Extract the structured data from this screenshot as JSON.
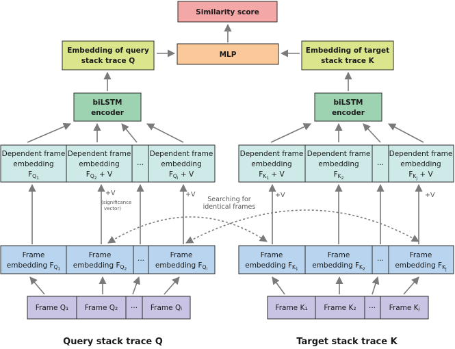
{
  "colors": {
    "similarity_fill": "#f4a7a7",
    "mlp_fill": "#fbc999",
    "embedding_fill": "#dbe58c",
    "encoder_fill": "#9dd3b0",
    "dependent_fill": "#cdeae8",
    "frame_embedding_fill": "#b9d4ee",
    "frame_fill": "#c9c3e4",
    "stroke": "#2b2b2b",
    "arrow": "#7a7a7a"
  },
  "top": {
    "similarity": "Similarity score",
    "mlp": "MLP"
  },
  "query": {
    "embedding": [
      "Embedding of query",
      "stack trace Q"
    ],
    "encoder": [
      "biLSTM",
      "encoder"
    ],
    "dependent": [
      {
        "line1": "Dependent frame",
        "line2": "embedding",
        "base": "F",
        "sub1": "Q",
        "sub2": "1",
        "suffix": ""
      },
      {
        "line1": "Dependent frame",
        "line2": "embedding",
        "base": "F",
        "sub1": "Q",
        "sub2": "2",
        "suffix": " + V"
      },
      {
        "line1": "Dependent frame",
        "line2": "embedding",
        "base": "F",
        "sub1": "Q",
        "sub2": "i",
        "suffix": " + V"
      }
    ],
    "frame_embeddings": [
      {
        "line1": "Frame",
        "line2": "embedding ",
        "base": "F",
        "sub1": "Q",
        "sub2": "1"
      },
      {
        "line1": "Frame",
        "line2": "embedding ",
        "base": "F",
        "sub1": "Q",
        "sub2": "2"
      },
      {
        "line1": "Frame",
        "line2": "embedding ",
        "base": "F",
        "sub1": "Q",
        "sub2": "i"
      }
    ],
    "frames": [
      "Frame Q₁",
      "Frame Q₂",
      "Frame Qᵢ"
    ],
    "plus_v": [
      "+V",
      "+V"
    ],
    "significance": [
      "(significance",
      "vector)"
    ],
    "caption": "Query stack trace Q"
  },
  "target": {
    "embedding": [
      "Embedding of target",
      "stack trace K"
    ],
    "encoder": [
      "biLSTM",
      "encoder"
    ],
    "dependent": [
      {
        "line1": "Dependent frame",
        "line2": "embedding",
        "base": "F",
        "sub1": "K",
        "sub2": "1",
        "suffix": " + V"
      },
      {
        "line1": "Dependent frame",
        "line2": "embedding",
        "base": "F",
        "sub1": "K",
        "sub2": "2",
        "suffix": ""
      },
      {
        "line1": "Dependent frame",
        "line2": "embedding",
        "base": "F",
        "sub1": "K",
        "sub2": "j",
        "suffix": " + V"
      }
    ],
    "frame_embeddings": [
      {
        "line1": "Frame",
        "line2": "embedding ",
        "base": "F",
        "sub1": "K",
        "sub2": "1"
      },
      {
        "line1": "Frame",
        "line2": "embedding ",
        "base": "F",
        "sub1": "K",
        "sub2": "2"
      },
      {
        "line1": "Frame",
        "line2": "embedding ",
        "base": "F",
        "sub1": "K",
        "sub2": "j"
      }
    ],
    "frames": [
      "Frame K₁",
      "Frame K₂",
      "Frame Kⱼ"
    ],
    "plus_v": [
      "+V",
      "+V"
    ],
    "caption": "Target stack trace K"
  },
  "ellipsis": "···",
  "search_note": [
    "Searching for",
    "identical frames"
  ]
}
